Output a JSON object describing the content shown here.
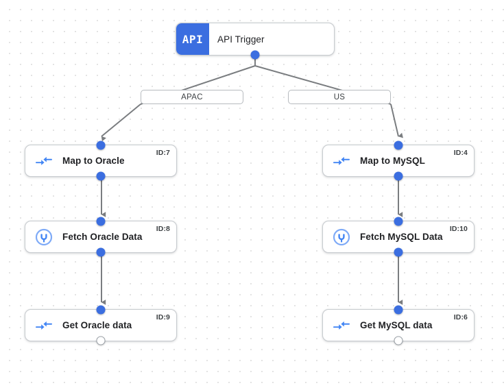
{
  "canvas": {
    "background_color": "#ffffff",
    "dot_color": "#e3e3e3",
    "accent_color": "#3b6ee0",
    "edge_color": "#7a7d80"
  },
  "trigger": {
    "badge_text": "API",
    "label": "API Trigger",
    "icon": "api-badge"
  },
  "branches": [
    {
      "label": "APAC"
    },
    {
      "label": "US"
    }
  ],
  "nodes": [
    {
      "id_label": "ID:7",
      "label": "Map to Oracle",
      "icon": "arrows-converge-icon",
      "column": "left",
      "row": 1
    },
    {
      "id_label": "ID:8",
      "label": "Fetch Oracle Data",
      "icon": "plug-circle-icon",
      "column": "left",
      "row": 2
    },
    {
      "id_label": "ID:9",
      "label": "Get Oracle data",
      "icon": "arrows-converge-icon",
      "column": "left",
      "row": 3
    },
    {
      "id_label": "ID:4",
      "label": "Map to MySQL",
      "icon": "arrows-converge-icon",
      "column": "right",
      "row": 1
    },
    {
      "id_label": "ID:10",
      "label": "Fetch MySQL Data",
      "icon": "plug-circle-icon",
      "column": "right",
      "row": 2
    },
    {
      "id_label": "ID:6",
      "label": "Get MySQL data",
      "icon": "arrows-converge-icon",
      "column": "right",
      "row": 3
    }
  ]
}
